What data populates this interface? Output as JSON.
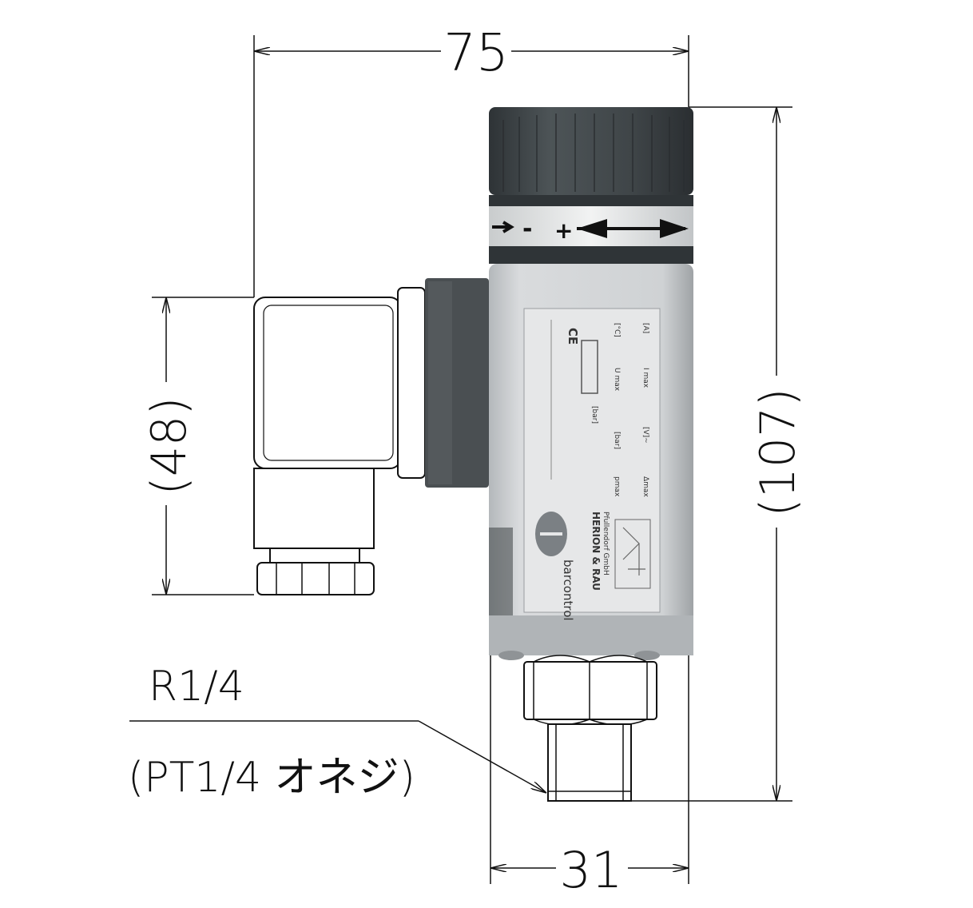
{
  "dimensions": {
    "width_top": "75",
    "height_left": "(48)",
    "height_right": "(107)",
    "width_bottom": "31"
  },
  "thread_callout": {
    "line1": "R1/4",
    "line2": "(PT1/4 オネジ)"
  },
  "knob_markings": {
    "minus": "-",
    "plus": "+"
  },
  "nameplate": {
    "brand": "barcontrol",
    "maker": "HERION & RAU",
    "maker_sub": "Pfullendorf GmbH",
    "ce_mark": "CE",
    "unit_bar_1": "[bar]",
    "unit_bar_2": "[bar]",
    "field_u_max": "U max",
    "field_i_max": "I max",
    "field_pmax": "pmax",
    "field_dmax": "Δmax",
    "unit_c": "[°C]",
    "unit_a": "[A]",
    "unit_v": "[V]~"
  },
  "colors": {
    "knob": "#3f4548",
    "body": "#cdd0d2",
    "body_shadow": "#a9adb0",
    "connector_dark": "#4a4f52",
    "line": "#111111"
  }
}
